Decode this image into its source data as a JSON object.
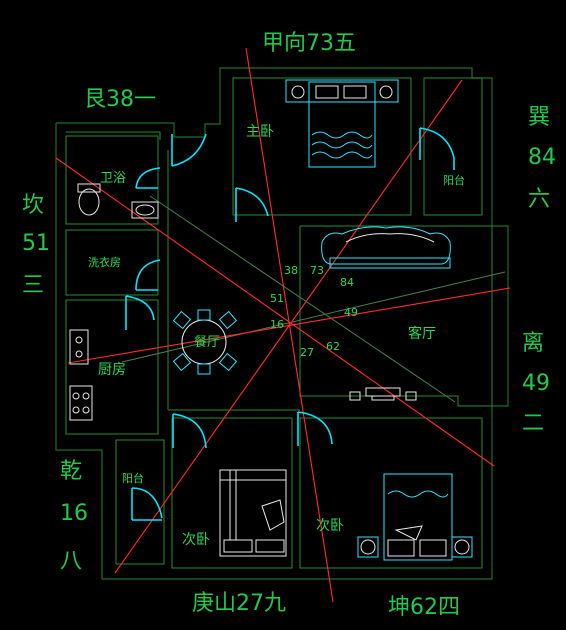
{
  "directions": {
    "south": "甲向73五",
    "northeast_top": "艮38一",
    "southeast": [
      "巽",
      "84",
      "六"
    ],
    "east_left": [
      "坎",
      "51",
      "三"
    ],
    "west_right": [
      "离",
      "49",
      "二"
    ],
    "northwest": [
      "乾",
      "16",
      "八"
    ],
    "bottom_center": "庚山27九",
    "southwest": "坤62四"
  },
  "rooms": {
    "master_bedroom": "主卧",
    "balcony_right": "阳台",
    "bathroom": "卫浴",
    "laundry": "洗衣房",
    "kitchen": "厨房",
    "dining": "餐厅",
    "living": "客厅",
    "balcony_left": "阳台",
    "second_bedroom_left": "次卧",
    "second_bedroom_right": "次卧"
  },
  "center_degrees": {
    "d38": "38",
    "d73": "73",
    "d84": "84",
    "d51": "51",
    "d49": "49",
    "d16": "16",
    "d27": "27",
    "d62": "62"
  },
  "colors": {
    "wall": "#1f6b2a",
    "door": "#00e5ff",
    "furniture": "#2ee6ff",
    "axis": "#ff2a2a",
    "text": "#22c94a"
  }
}
